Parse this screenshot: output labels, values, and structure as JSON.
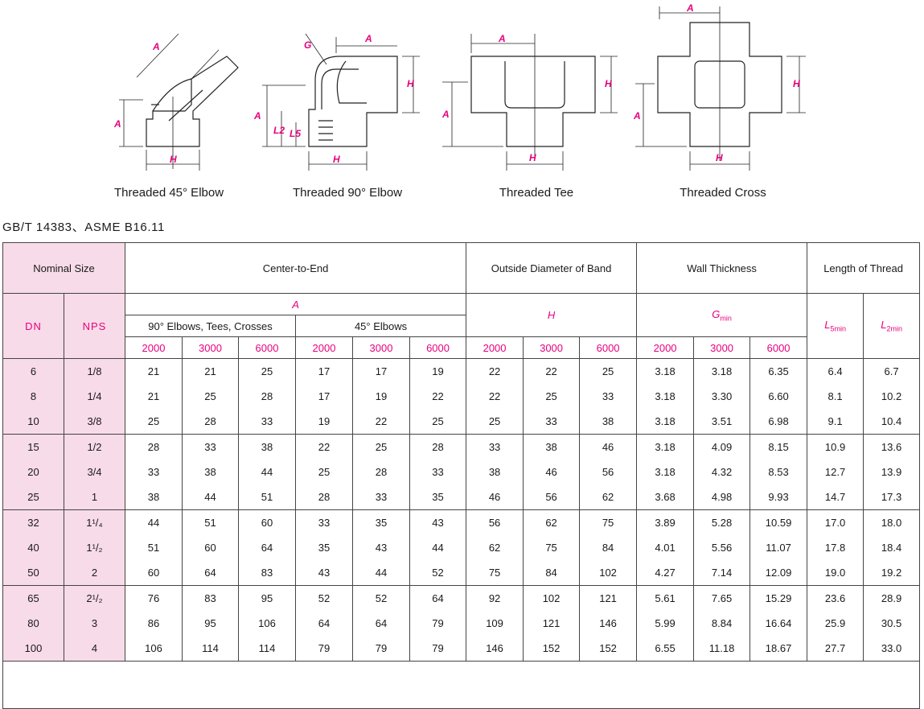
{
  "figures": [
    {
      "name": "Threaded 45° Elbow",
      "dims": {
        "a_top": "A",
        "a_side": "A",
        "h": "H"
      }
    },
    {
      "name": "Threaded 90° Elbow",
      "dims": {
        "g": "G",
        "a_top": "A",
        "h_side": "H",
        "a_side": "A",
        "l2": "L2",
        "l5": "L5",
        "h": "H"
      }
    },
    {
      "name": "Threaded Tee",
      "dims": {
        "a_top": "A",
        "h_side": "H",
        "a_side": "A",
        "h": "H"
      }
    },
    {
      "name": "Threaded Cross",
      "dims": {
        "a_top": "A",
        "h_side": "H",
        "a_side": "A",
        "h": "H"
      }
    }
  ],
  "standard": "GB/T 14383、ASME  B16.11",
  "table": {
    "headers": {
      "nominal_size": "Nominal  Size",
      "center_to_end": "Center-to-End",
      "od_band": "Outside Diameter of Band",
      "wall": "Wall Thickness",
      "thread": "Length of Thread",
      "dn": "DN",
      "nps": "NPS",
      "a": "A",
      "h": "H",
      "g": "G",
      "g_sub": "min",
      "l5": "L",
      "l5_sub": "5min",
      "l2": "L",
      "l2_sub": "2min",
      "elbows90": "90°  Elbows, Tees, Crosses",
      "elbows45": "45°  Elbows",
      "classes": [
        "2000",
        "3000",
        "6000",
        "2000",
        "3000",
        "6000",
        "2000",
        "3000",
        "6000",
        "2000",
        "3000",
        "6000"
      ]
    },
    "rows": [
      [
        "6",
        "1/8",
        "21",
        "21",
        "25",
        "17",
        "17",
        "19",
        "22",
        "22",
        "25",
        "3.18",
        "3.18",
        "6.35",
        "6.4",
        "6.7"
      ],
      [
        "8",
        "1/4",
        "21",
        "25",
        "28",
        "17",
        "19",
        "22",
        "22",
        "25",
        "33",
        "3.18",
        "3.30",
        "6.60",
        "8.1",
        "10.2"
      ],
      [
        "10",
        "3/8",
        "25",
        "28",
        "33",
        "19",
        "22",
        "25",
        "25",
        "33",
        "38",
        "3.18",
        "3.51",
        "6.98",
        "9.1",
        "10.4"
      ],
      [
        "15",
        "1/2",
        "28",
        "33",
        "38",
        "22",
        "25",
        "28",
        "33",
        "38",
        "46",
        "3.18",
        "4.09",
        "8.15",
        "10.9",
        "13.6"
      ],
      [
        "20",
        "3/4",
        "33",
        "38",
        "44",
        "25",
        "28",
        "33",
        "38",
        "46",
        "56",
        "3.18",
        "4.32",
        "8.53",
        "12.7",
        "13.9"
      ],
      [
        "25",
        "1",
        "38",
        "44",
        "51",
        "28",
        "33",
        "35",
        "46",
        "56",
        "62",
        "3.68",
        "4.98",
        "9.93",
        "14.7",
        "17.3"
      ],
      [
        "32",
        "1¹/₄",
        "44",
        "51",
        "60",
        "33",
        "35",
        "43",
        "56",
        "62",
        "75",
        "3.89",
        "5.28",
        "10.59",
        "17.0",
        "18.0"
      ],
      [
        "40",
        "1¹/₂",
        "51",
        "60",
        "64",
        "35",
        "43",
        "44",
        "62",
        "75",
        "84",
        "4.01",
        "5.56",
        "11.07",
        "17.8",
        "18.4"
      ],
      [
        "50",
        "2",
        "60",
        "64",
        "83",
        "43",
        "44",
        "52",
        "75",
        "84",
        "102",
        "4.27",
        "7.14",
        "12.09",
        "19.0",
        "19.2"
      ],
      [
        "65",
        "2¹/₂",
        "76",
        "83",
        "95",
        "52",
        "52",
        "64",
        "92",
        "102",
        "121",
        "5.61",
        "7.65",
        "15.29",
        "23.6",
        "28.9"
      ],
      [
        "80",
        "3",
        "86",
        "95",
        "106",
        "64",
        "64",
        "79",
        "109",
        "121",
        "146",
        "5.99",
        "8.84",
        "16.64",
        "25.9",
        "30.5"
      ],
      [
        "100",
        "4",
        "106",
        "114",
        "114",
        "79",
        "79",
        "79",
        "146",
        "152",
        "152",
        "6.55",
        "11.18",
        "18.67",
        "27.7",
        "33.0"
      ]
    ]
  }
}
